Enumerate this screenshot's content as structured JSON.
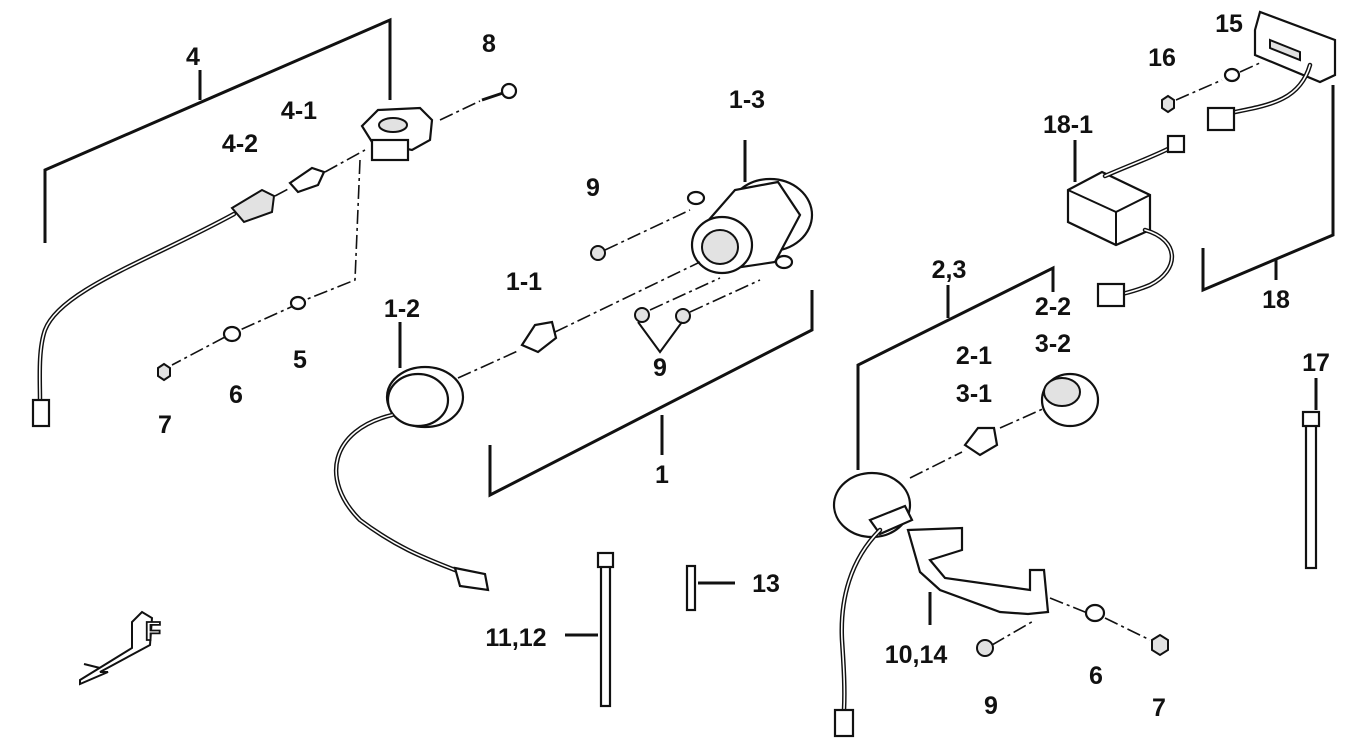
{
  "diagram": {
    "labels": [
      {
        "id": "4",
        "text": "4"
      },
      {
        "id": "8",
        "text": "8"
      },
      {
        "id": "4-1",
        "text": "4-1"
      },
      {
        "id": "4-2",
        "text": "4-2"
      },
      {
        "id": "1-3",
        "text": "1-3"
      },
      {
        "id": "9a",
        "text": "9"
      },
      {
        "id": "1-1",
        "text": "1-1"
      },
      {
        "id": "1-2",
        "text": "1-2"
      },
      {
        "id": "9b",
        "text": "9"
      },
      {
        "id": "5",
        "text": "5"
      },
      {
        "id": "6a",
        "text": "6"
      },
      {
        "id": "7a",
        "text": "7"
      },
      {
        "id": "1",
        "text": "1"
      },
      {
        "id": "13",
        "text": "13"
      },
      {
        "id": "11-12",
        "text": "11,12"
      },
      {
        "id": "2-3",
        "text": "2,3"
      },
      {
        "id": "2-2",
        "text": "2-2"
      },
      {
        "id": "3-2",
        "text": "3-2"
      },
      {
        "id": "2-1",
        "text": "2-1"
      },
      {
        "id": "3-1",
        "text": "3-1"
      },
      {
        "id": "10-14",
        "text": "10,14"
      },
      {
        "id": "9c",
        "text": "9"
      },
      {
        "id": "6b",
        "text": "6"
      },
      {
        "id": "7b",
        "text": "7"
      },
      {
        "id": "15",
        "text": "15"
      },
      {
        "id": "16",
        "text": "16"
      },
      {
        "id": "18-1",
        "text": "18-1"
      },
      {
        "id": "18",
        "text": "18"
      },
      {
        "id": "17",
        "text": "17"
      }
    ],
    "front_marker": "F"
  }
}
